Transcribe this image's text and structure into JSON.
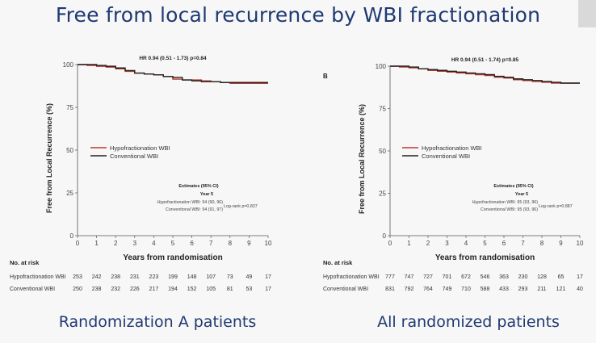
{
  "slide": {
    "title": "Free from local recurrence by WBI fractionation",
    "caption_left": "Randomization A patients",
    "caption_right": "All randomized patients"
  },
  "colors": {
    "title": "#1f3a73",
    "hypo_line": "#c0392b",
    "conv_line": "#222222",
    "axis": "#555555"
  },
  "chart_data": [
    {
      "type": "line",
      "panel_label": "",
      "hr_text": "HR 0.94 (0.51 - 1.73) p=0.84",
      "ylabel": "Free from Local Recurrence (%)",
      "xlabel": "Years from randomisation",
      "xlim": [
        0,
        10
      ],
      "ylim": [
        0,
        100
      ],
      "x_ticks": [
        "0",
        "1",
        "2",
        "3",
        "4",
        "5",
        "6",
        "7",
        "8",
        "9",
        "10"
      ],
      "y_ticks": [
        "0",
        "25",
        "50",
        "75",
        "100"
      ],
      "series": [
        {
          "name": "Hypofractionation WBI",
          "color": "#c0392b",
          "x": [
            0,
            0.5,
            1,
            1.5,
            2,
            2.5,
            3,
            3.5,
            4,
            4.5,
            5,
            5.5,
            6,
            6.5,
            7,
            7.5,
            8,
            8.5,
            9,
            9.5,
            10
          ],
          "y": [
            100,
            99.5,
            99,
            98.5,
            97.5,
            96,
            95,
            94.5,
            94,
            93,
            91.5,
            91,
            91,
            90.5,
            90,
            89.5,
            89,
            89,
            89,
            89,
            89
          ]
        },
        {
          "name": "Conventional WBI",
          "color": "#222222",
          "x": [
            0,
            0.5,
            1,
            1.5,
            2,
            2.5,
            3,
            3.5,
            4,
            4.5,
            5,
            5.5,
            6,
            6.5,
            7,
            7.5,
            8,
            8.5,
            9,
            9.5,
            10
          ],
          "y": [
            100,
            100,
            99.5,
            99,
            98,
            96.5,
            95,
            94.5,
            94,
            93,
            92.5,
            91,
            90.5,
            90,
            90,
            89.5,
            89.5,
            89.5,
            89.5,
            89.5,
            89.5
          ]
        }
      ],
      "estimates": {
        "header": "Estimates (95% CI)",
        "year": "Year 5",
        "hypo": "Hypofractionation WBI: 94 (90, 96)",
        "conv": "Conventional WBI: 94 (91, 97)",
        "logrank": "Log-rank p=0.837"
      },
      "at_risk": {
        "title": "No. at risk",
        "rows": [
          {
            "label": "Hypofractionation WBI",
            "values": [
              "253",
              "242",
              "238",
              "231",
              "223",
              "199",
              "148",
              "107",
              "73",
              "49",
              "17"
            ]
          },
          {
            "label": "Conventional WBI",
            "values": [
              "250",
              "238",
              "232",
              "226",
              "217",
              "194",
              "152",
              "105",
              "81",
              "53",
              "17"
            ]
          }
        ]
      }
    },
    {
      "type": "line",
      "panel_label": "B",
      "hr_text": "HR 0.94 (0.51 - 1.74) p=0.85",
      "ylabel": "Free from Local Recurrence (%)",
      "xlabel": "Years from randomisation",
      "xlim": [
        0,
        10
      ],
      "ylim": [
        0,
        100
      ],
      "x_ticks": [
        "0",
        "1",
        "2",
        "3",
        "4",
        "5",
        "6",
        "7",
        "8",
        "9",
        "10"
      ],
      "y_ticks": [
        "0",
        "25",
        "50",
        "75",
        "100"
      ],
      "series": [
        {
          "name": "Hypofractionation WBI",
          "color": "#c0392b",
          "x": [
            0,
            0.5,
            1,
            1.5,
            2,
            2.5,
            3,
            3.5,
            4,
            4.5,
            5,
            5.5,
            6,
            6.5,
            7,
            7.5,
            8,
            8.5,
            9,
            9.5,
            10
          ],
          "y": [
            100,
            99.5,
            99,
            98.5,
            97.5,
            97,
            96.5,
            96,
            95.5,
            95,
            94.5,
            93.5,
            93,
            92,
            91.5,
            91,
            90.5,
            90,
            90,
            90,
            90
          ]
        },
        {
          "name": "Conventional WBI",
          "color": "#222222",
          "x": [
            0,
            0.5,
            1,
            1.5,
            2,
            2.5,
            3,
            3.5,
            4,
            4.5,
            5,
            5.5,
            6,
            6.5,
            7,
            7.5,
            8,
            8.5,
            9,
            9.5,
            10
          ],
          "y": [
            100,
            100,
            99.5,
            98.5,
            98,
            97.5,
            97,
            96.5,
            96,
            95.5,
            95,
            94,
            93.5,
            92.5,
            92,
            91.5,
            91,
            90.5,
            90,
            90,
            90
          ]
        }
      ],
      "estimates": {
        "header": "Estimates (95% CI)",
        "year": "Year 5",
        "hypo": "Hypofractionation WBI: 95 (93, 96)",
        "conv": "Conventional WBI: 95 (93, 96)",
        "logrank": "Log-rank p=0.887"
      },
      "at_risk": {
        "title": "No. at risk",
        "rows": [
          {
            "label": "Hypofractionation WBI",
            "values": [
              "777",
              "747",
              "727",
              "701",
              "672",
              "546",
              "363",
              "230",
              "128",
              "65",
              "17"
            ]
          },
          {
            "label": "Conventional WBI",
            "values": [
              "831",
              "792",
              "764",
              "749",
              "710",
              "588",
              "433",
              "293",
              "211",
              "121",
              "40"
            ]
          }
        ]
      }
    }
  ]
}
